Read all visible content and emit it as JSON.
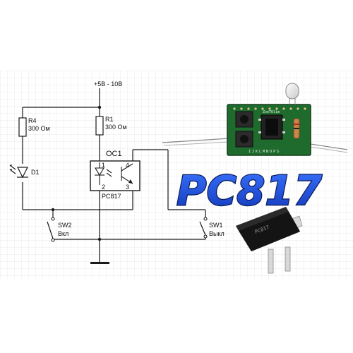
{
  "supply_label": "+5В - 10В",
  "resistors": [
    {
      "ref": "R4",
      "value": "300 Ом"
    },
    {
      "ref": "R1",
      "value": "300 Ом"
    }
  ],
  "led_label": "D1",
  "optocoupler": {
    "ref": "OC1",
    "part": "PC817",
    "pins": [
      "1",
      "2",
      "3",
      "4"
    ]
  },
  "switches": [
    {
      "ref": "SW2",
      "label": "Вкл"
    },
    {
      "ref": "SW1",
      "label": "Выкл"
    }
  ],
  "title": "PC817",
  "board_silkscreen": "IJKLMNOPS",
  "board_brand": "ZonTOlim",
  "chip_marking": "PC817",
  "colors": {
    "wire": "#1a1a1a",
    "grid": "#e2e2e2",
    "title_fill": "#1d4fd1",
    "title_outline": "#0a1a5a",
    "pcb": "#1f6b2e",
    "chip": "#111111"
  }
}
